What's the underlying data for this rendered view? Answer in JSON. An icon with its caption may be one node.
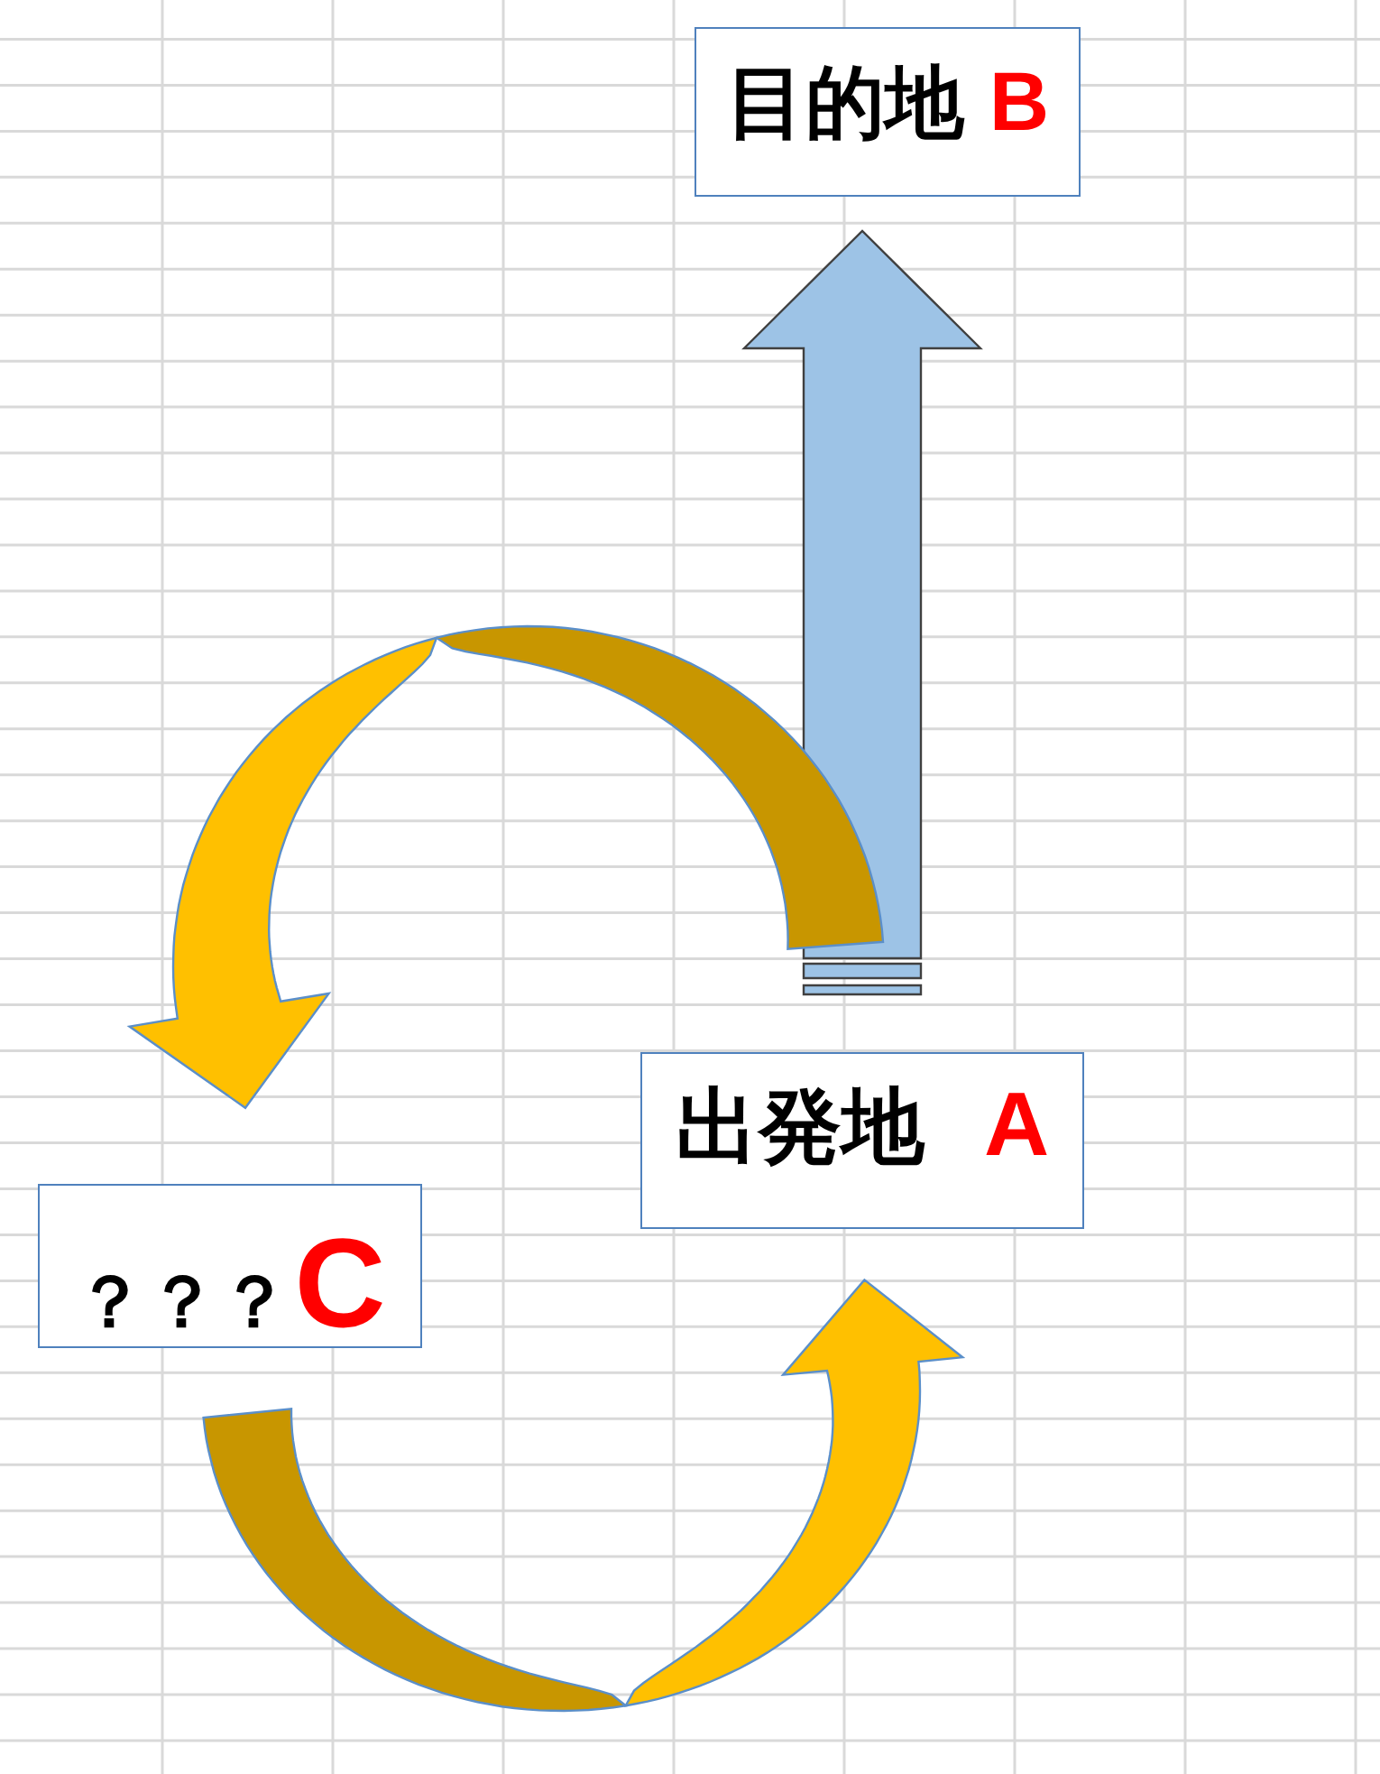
{
  "diagram": {
    "nodes": [
      {
        "text": [
          "目的地",
          "B"
        ]
      },
      {
        "text": [
          "出発地",
          "A"
        ]
      },
      {
        "text": [
          "？？？",
          "C"
        ]
      }
    ],
    "edges": [
      {
        "from": 1,
        "to": 0,
        "arrow": "to",
        "color": "#9dc3e6"
      },
      {
        "from": 1,
        "to": 2,
        "arrow": "to"
      },
      {
        "from": 2,
        "to": 1,
        "arrow": "to"
      }
    ]
  }
}
